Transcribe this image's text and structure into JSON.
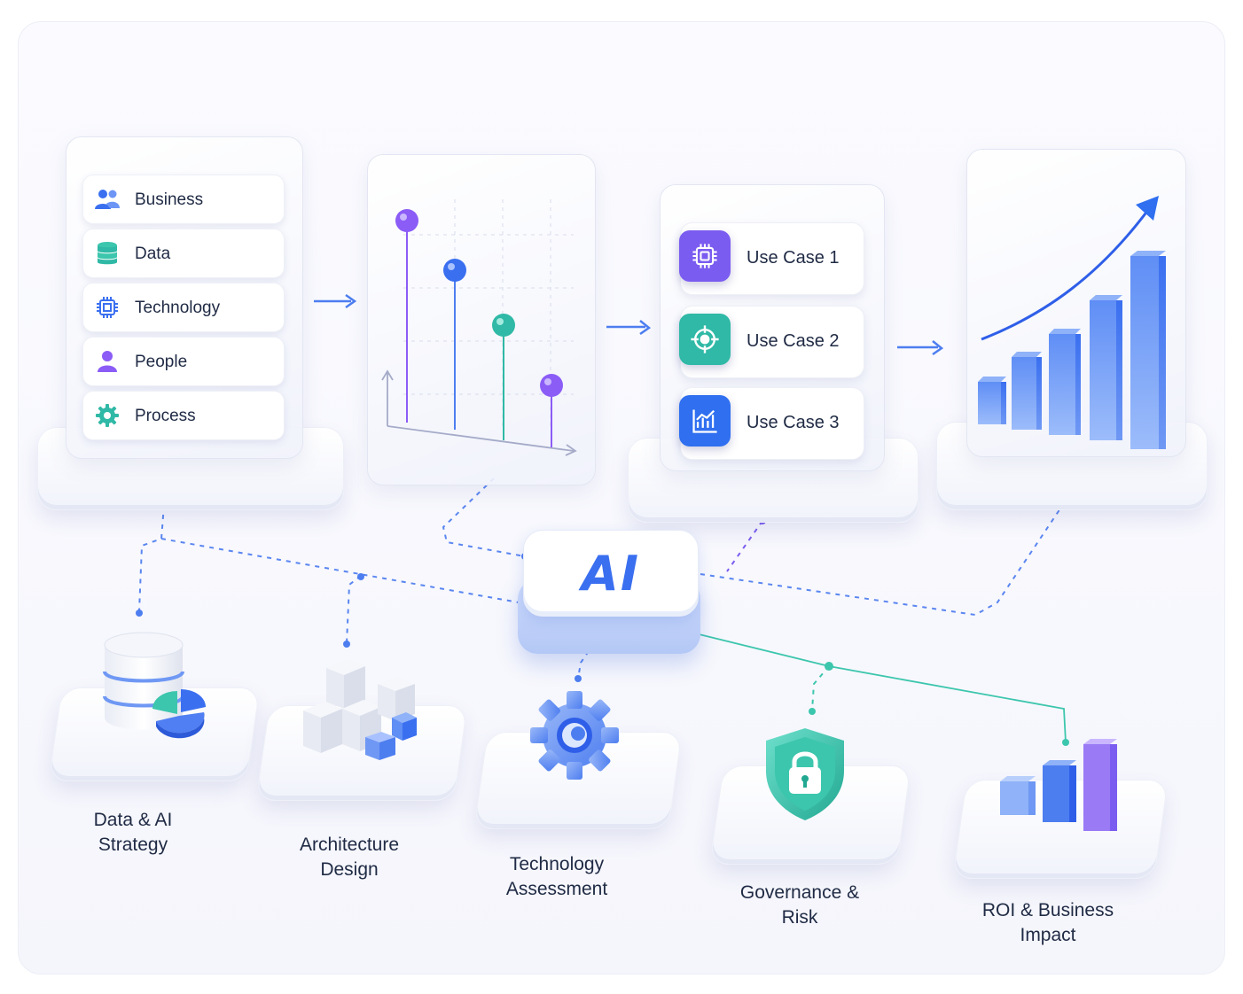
{
  "inputs": {
    "items": [
      {
        "label": "Business",
        "icon": "users-icon"
      },
      {
        "label": "Data",
        "icon": "database-icon"
      },
      {
        "label": "Technology",
        "icon": "chip-icon"
      },
      {
        "label": "People",
        "icon": "person-icon"
      },
      {
        "label": "Process",
        "icon": "gear-icon"
      }
    ]
  },
  "use_cases": {
    "items": [
      {
        "label": "Use Case 1",
        "icon": "chip-icon",
        "color": "#7b5cf0"
      },
      {
        "label": "Use Case 2",
        "icon": "target-icon",
        "color": "#2fb9a6"
      },
      {
        "label": "Use Case 3",
        "icon": "chart-icon",
        "color": "#2f6ff0"
      }
    ]
  },
  "hub": {
    "label": "AI",
    "color": "#3a6ff0"
  },
  "outcomes": [
    {
      "line1": "Data & AI",
      "line2": "Strategy",
      "icon": "database-pie-icon"
    },
    {
      "line1": "Architecture",
      "line2": "Design",
      "icon": "cubes-icon"
    },
    {
      "line1": "Technology",
      "line2": "Assessment",
      "icon": "gear-icon"
    },
    {
      "line1": "Governance &",
      "line2": "Risk",
      "icon": "shield-lock-icon"
    },
    {
      "line1": "ROI & Business",
      "line2": "Impact",
      "icon": "bar-chart-icon"
    }
  ],
  "colors": {
    "blue": "#3a6ff0",
    "purple": "#8b5cf6",
    "teal": "#2fb9a6",
    "connector": "#4d7ef0",
    "teal_connector": "#3cc6ad"
  }
}
